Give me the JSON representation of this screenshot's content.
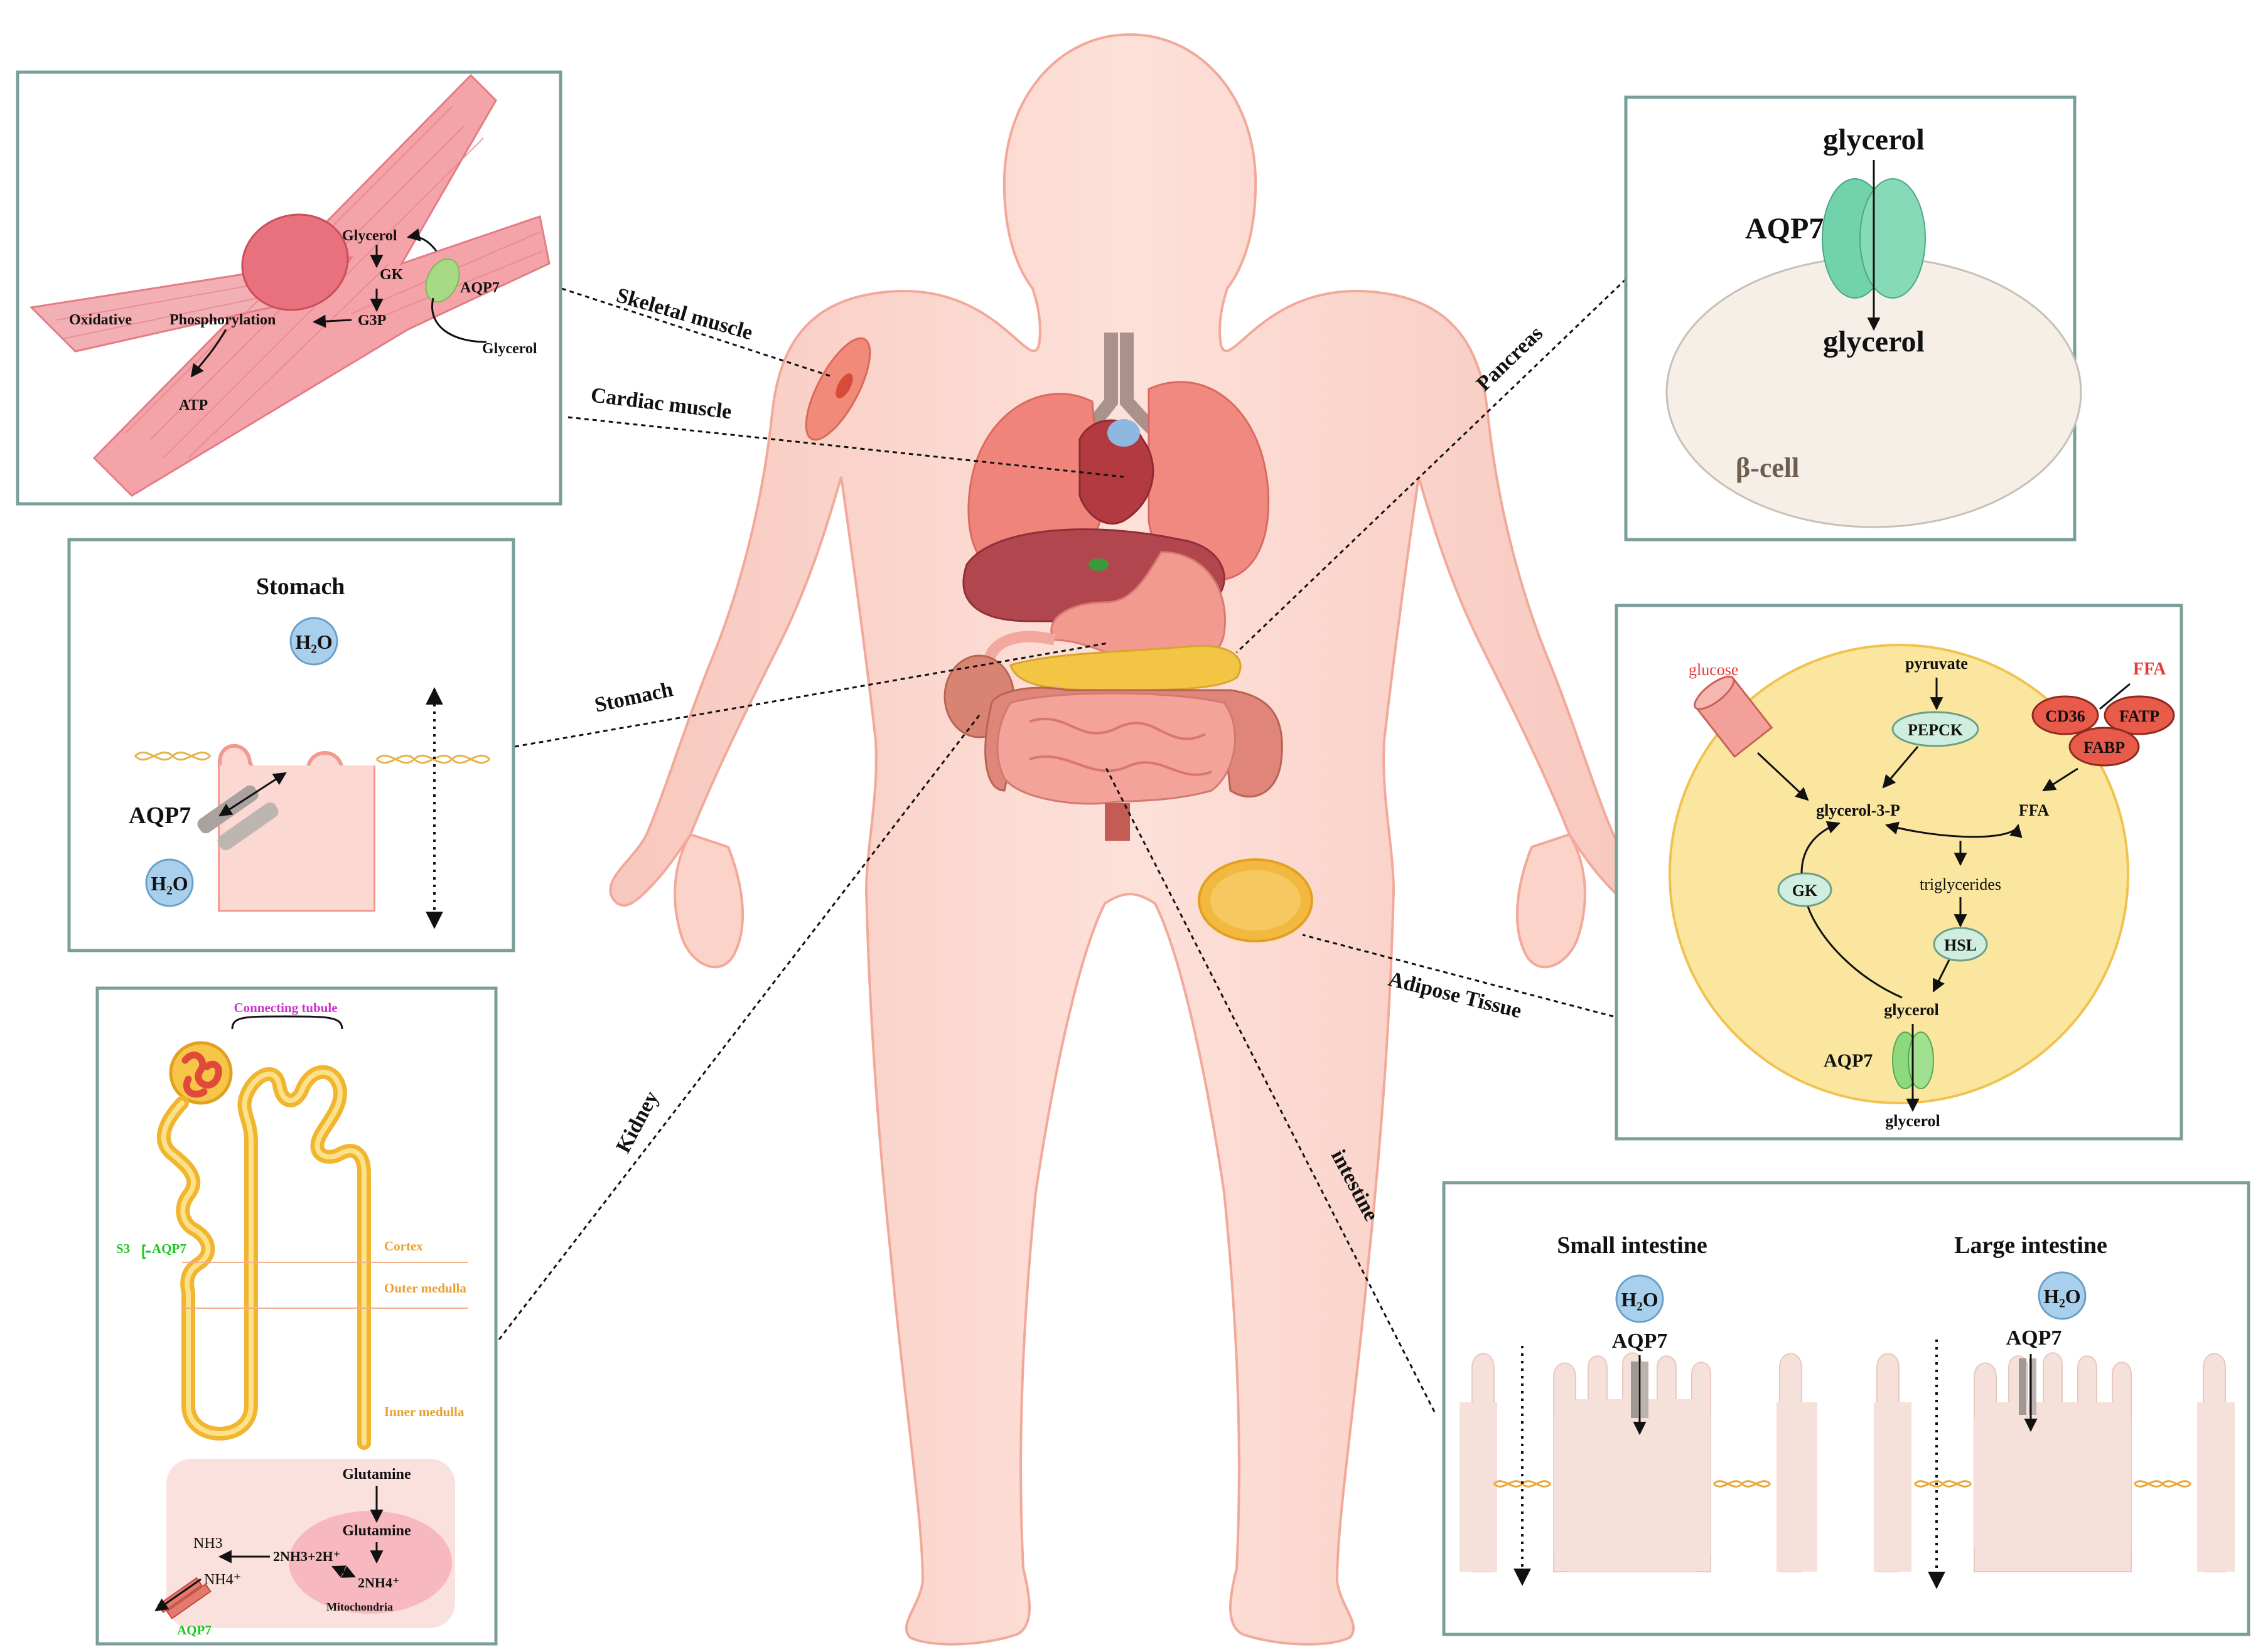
{
  "body_labels": {
    "skeletal_muscle": "Skeletal muscle",
    "cardiac_muscle": "Cardiac muscle",
    "stomach": "Stomach",
    "kidney": "Kidney",
    "pancreas": "Pancreas",
    "adipose": "Adipose Tissue",
    "intestine": "intestine"
  },
  "muscle_panel": {
    "glycerol_in": "Glycerol",
    "gk": "GK",
    "g3p": "G3P",
    "aqp7": "AQP7",
    "glycerol_out": "Glycerol",
    "oxidative": "Oxidative",
    "phosphorylation": "Phosphorylation",
    "atp": "ATP"
  },
  "stomach_panel": {
    "title": "Stomach",
    "h2o_top": "H₂O",
    "aqp7": "AQP7",
    "h2o_bottom": "H₂O"
  },
  "kidney_panel": {
    "connecting_tubule": "Connecting tubule",
    "s3": "S3",
    "aqp7": "AQP7",
    "cortex": "Cortex",
    "outer_medulla": "Outer medulla",
    "inner_medulla": "Inner medulla",
    "glutamine_1": "Glutamine",
    "glutamine_2": "Glutamine",
    "nh3": "NH3",
    "nh4": "NH4⁺",
    "reaction": "2NH3+2H⁺",
    "product": "2NH4⁺",
    "mitochondria": "Mitochondria",
    "aqp7_bottom": "AQP7"
  },
  "pancreas_panel": {
    "glycerol_top": "glycerol",
    "aqp7": "AQP7",
    "glycerol_bottom": "glycerol",
    "beta_cell": "β-cell"
  },
  "adipose_panel": {
    "glucose": "glucose",
    "pyruvate": "pyruvate",
    "ffa_top": "FFA",
    "pepck": "PEPCK",
    "cd36": "CD36",
    "fatp": "FATP",
    "fabp": "FABP",
    "glycerol3p": "glycerol-3-P",
    "ffa": "FFA",
    "triglycerides": "triglycerides",
    "gk": "GK",
    "hsl": "HSL",
    "glycerol_in": "glycerol",
    "aqp7": "AQP7",
    "glycerol_out": "glycerol"
  },
  "intestine_panel": {
    "small_title": "Small intestine",
    "large_title": "Large intestine",
    "h2o_small": "H₂O",
    "h2o_large": "H₂O",
    "aqp7_small": "AQP7",
    "aqp7_large": "AQP7"
  },
  "colors": {
    "skin": "#fbd8cf",
    "panel_border": "#7a9e9a",
    "aqp7_green": "#6cc8a4",
    "red_label": "#e53935",
    "kidney_green": "#1fc71f",
    "connecting_tubule": "#cc33cc",
    "kidney_zone": "#e8a030"
  }
}
